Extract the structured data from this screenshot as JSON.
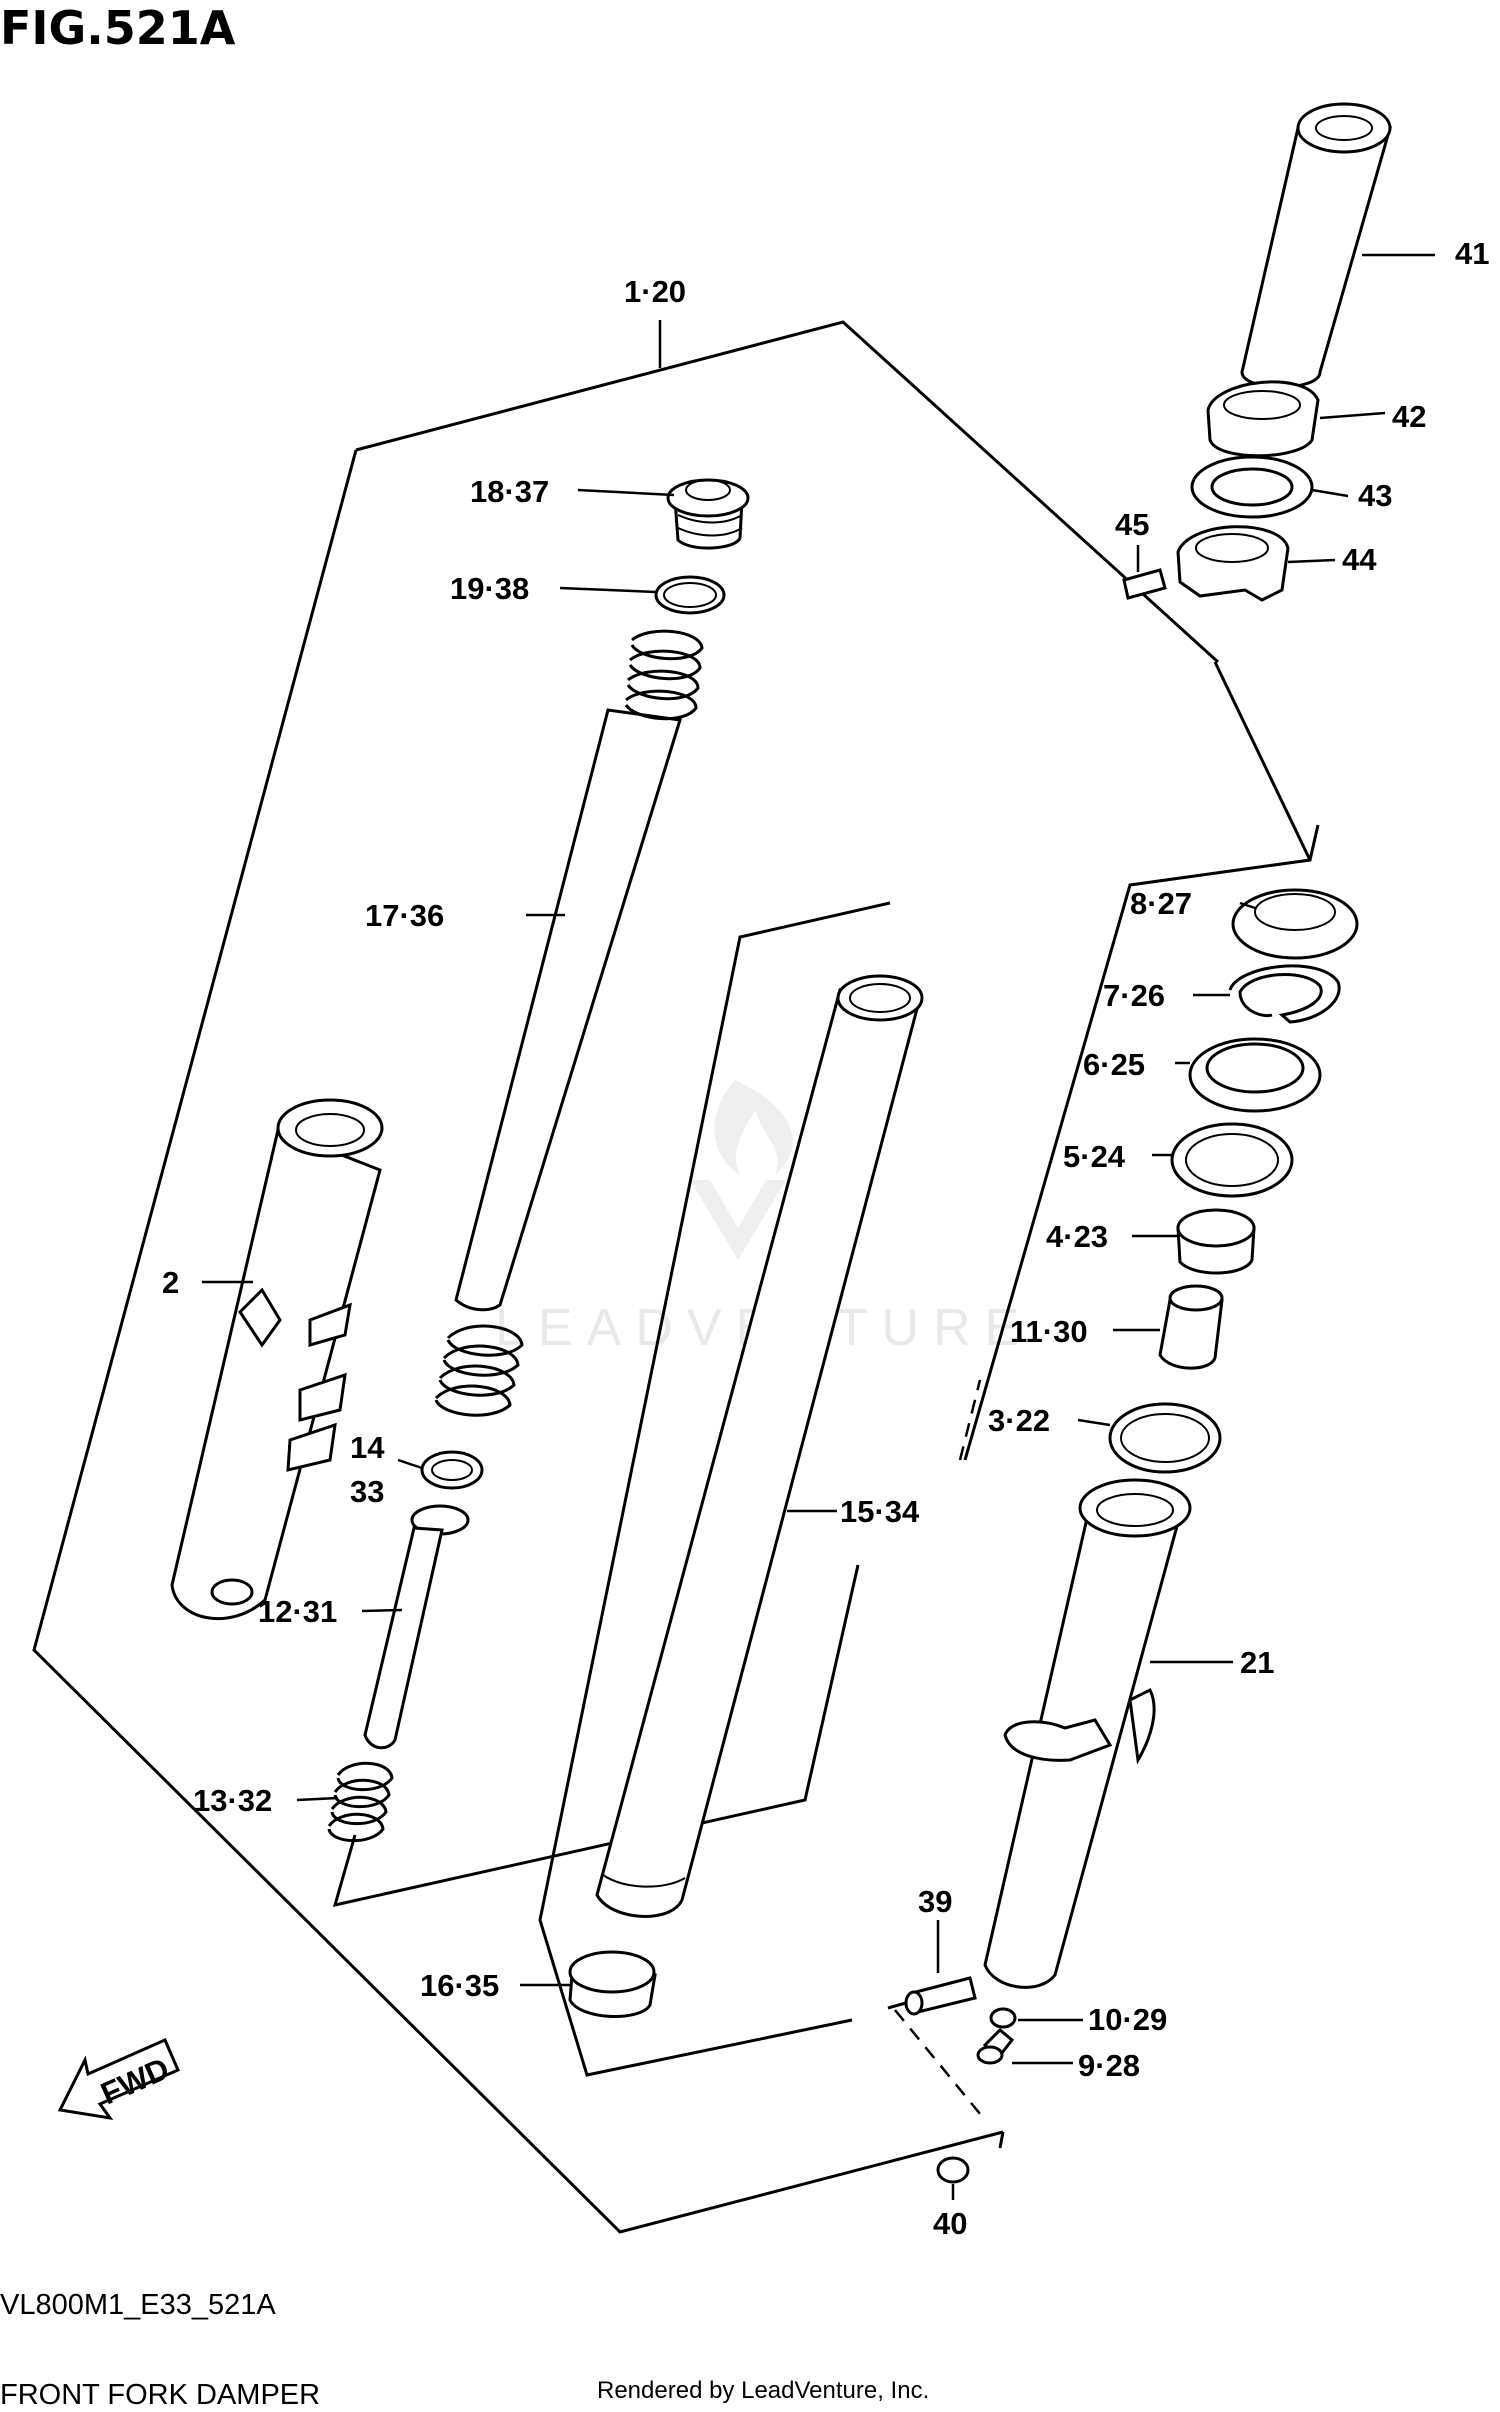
{
  "figure": {
    "title": "FIG.521A",
    "model_code": "VL800M1_E33_521A",
    "caption": "FRONT FORK DAMPER",
    "credit": "Rendered by LeadVenture, Inc.",
    "watermark": "LEADVENTURE",
    "fwd_label": "FWD"
  },
  "callouts": {
    "c1_20": "1·20",
    "c2": "2",
    "c3_22": "3·22",
    "c4_23": "4·23",
    "c5_24": "5·24",
    "c6_25": "6·25",
    "c7_26": "7·26",
    "c8_27": "8·27",
    "c9_28": "9·28",
    "c10_29": "10·29",
    "c11_30": "11·30",
    "c12_31": "12·31",
    "c13_32": "13·32",
    "c14": "14",
    "c33": "33",
    "c15_34": "15·34",
    "c16_35": "16·35",
    "c17_36": "17·36",
    "c18_37": "18·37",
    "c19_38": "19·38",
    "c21": "21",
    "c39": "39",
    "c40": "40",
    "c41": "41",
    "c42": "42",
    "c43": "43",
    "c44": "44",
    "c45": "45"
  }
}
